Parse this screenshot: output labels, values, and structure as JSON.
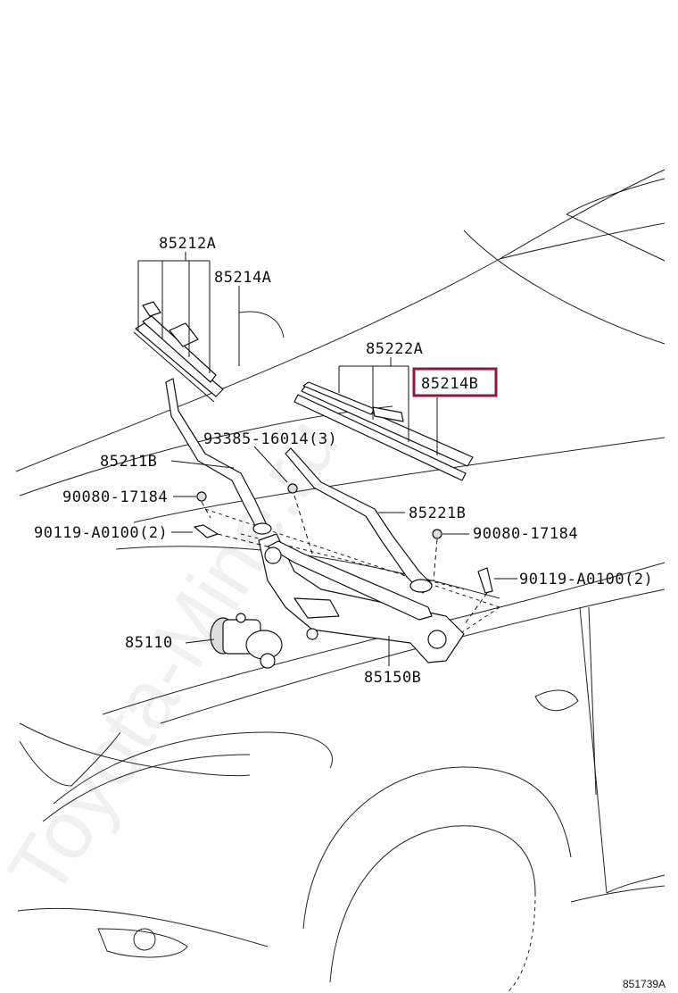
{
  "diagram": {
    "highlight_color": "#8b1a3a",
    "watermark": "Toyota-Mine.ru",
    "figure_id": "851739A",
    "callouts": {
      "blade_front_driver": "85212A",
      "blade_insert_driver": "85214A",
      "blade_passenger": "85222A",
      "blade_insert_passenger": "85214B",
      "cap_bolt": "93385-16014(3)",
      "arm_driver": "85211B",
      "nut_left": "90080-17184",
      "arm_passenger": "85221B",
      "bolt_left": "90119-A0100(2)",
      "nut_right": "90080-17184",
      "bolt_right": "90119-A0100(2)",
      "motor": "85110",
      "link_assembly": "85150B"
    }
  }
}
